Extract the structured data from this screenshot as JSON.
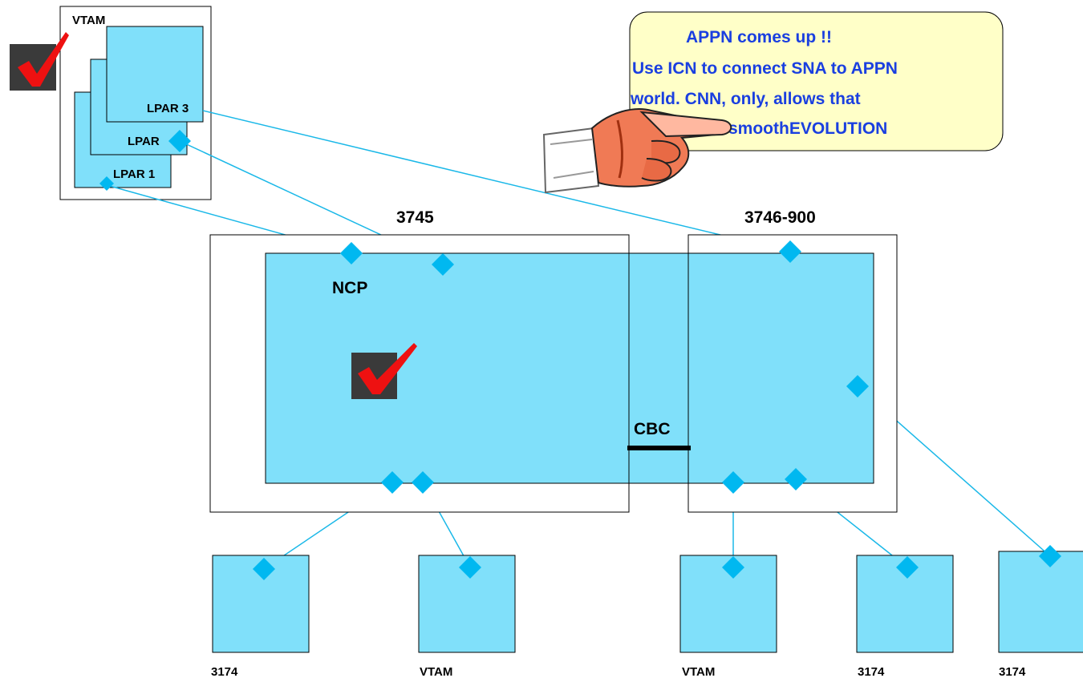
{
  "host": {
    "label": "VTAM",
    "lpars": [
      "LPAR 1",
      "LPAR",
      "LPAR 3"
    ]
  },
  "callout": {
    "lines": [
      "APPN comes up !!",
      "Use ICN to connect SNA to APPN",
      "world. CNN, only, allows that",
      "smoothEVOLUTION"
    ]
  },
  "controllers": {
    "left": {
      "label": "3745",
      "inner_label": "NCP"
    },
    "right": {
      "label": "3746-900"
    },
    "link_label": "CBC"
  },
  "devices": [
    "3174",
    "VTAM",
    "VTAM",
    "3174",
    "3174"
  ],
  "colors": {
    "box_fill": "#80e0fa",
    "connector": "#00b8f0",
    "line": "#1ab8e8",
    "callout_fill": "#ffffc8",
    "callout_text": "#1a3fe0",
    "check_bg": "#3a3a3a",
    "check_mark": "#ee1111"
  },
  "icons": [
    "checkmark-icon",
    "pointing-hand-icon",
    "diamond-connector-icon"
  ]
}
